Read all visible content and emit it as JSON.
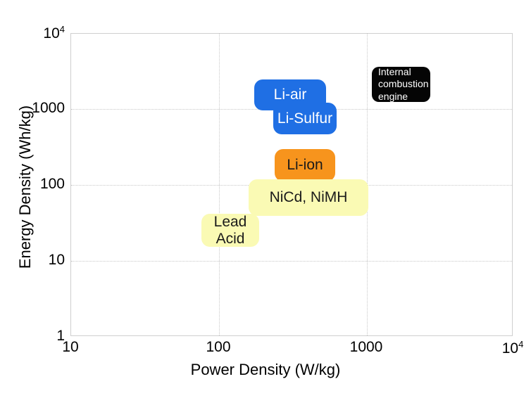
{
  "chart_data": {
    "type": "scatter",
    "title": "",
    "xlabel": "Power Density (W/kg)",
    "ylabel": "Energy Density (Wh/kg)",
    "xscale": "log",
    "yscale": "log",
    "xlim": [
      10,
      10000
    ],
    "ylim": [
      1,
      10000
    ],
    "grid": true,
    "legend": "none",
    "xticks": [
      {
        "value": 10,
        "label": "10",
        "exponent": ""
      },
      {
        "value": 100,
        "label": "100",
        "exponent": ""
      },
      {
        "value": 1000,
        "label": "1000",
        "exponent": ""
      },
      {
        "value": 10000,
        "label": "10",
        "exponent": "4"
      }
    ],
    "yticks": [
      {
        "value": 1,
        "label": "1",
        "exponent": ""
      },
      {
        "value": 10,
        "label": "10",
        "exponent": ""
      },
      {
        "value": 100,
        "label": "100",
        "exponent": ""
      },
      {
        "value": 1000,
        "label": "1000",
        "exponent": ""
      },
      {
        "value": 10000,
        "label": "10",
        "exponent": "4"
      }
    ],
    "regions": [
      {
        "name": "li-air",
        "label": "Li-air",
        "color": "#1f6fe4",
        "text_color": "#ffffff",
        "x_range": [
          200,
          500
        ],
        "y_range": [
          1000,
          3000
        ]
      },
      {
        "name": "li-sulfur",
        "label": "Li-Sulfur",
        "color": "#1f6fe4",
        "text_color": "#ffffff",
        "x_range": [
          260,
          560
        ],
        "y_range": [
          500,
          1350
        ]
      },
      {
        "name": "li-ion",
        "label": "Li-ion",
        "color": "#f7941d",
        "text_color": "#1a1a1a",
        "x_range": [
          270,
          540
        ],
        "y_range": [
          110,
          370
        ]
      },
      {
        "name": "nicd-nimh",
        "label": "NiCd, NiMH",
        "color": "#fafab4",
        "text_color": "#1a1a1a",
        "x_range": [
          175,
          1000
        ],
        "y_range": [
          45,
          125
        ]
      },
      {
        "name": "lead-acid",
        "label": "Lead\nAcid",
        "color": "#fafab4",
        "text_color": "#1a1a1a",
        "x_range": [
          95,
          200
        ],
        "y_range": [
          20,
          42
        ]
      },
      {
        "name": "internal-combustion-engine",
        "label": "Internal\ncombustion\nengine",
        "color": "#050505",
        "text_color": "#ffffff",
        "x_range": [
          1200,
          2500
        ],
        "y_range": [
          2000,
          4500
        ]
      }
    ]
  },
  "axes": {
    "x_title": "Power Density (W/kg)",
    "y_title": "Energy Density (Wh/kg)"
  },
  "ticks": {
    "x": {
      "t0": "10",
      "t1": "100",
      "t2": "1000",
      "t3": "10",
      "t3_exp": "4"
    },
    "y": {
      "t0": "1",
      "t1": "10",
      "t2": "100",
      "t3": "1000",
      "t4": "10",
      "t4_exp": "4"
    }
  },
  "regions": {
    "li_air": "Li-air",
    "li_sulfur": "Li-Sulfur",
    "li_ion": "Li-ion",
    "nicd_nimh": "NiCd, NiMH",
    "lead_acid": "Lead\nAcid",
    "ice": "Internal\ncombustion\nengine"
  },
  "colors": {
    "blue": "#1f6fe4",
    "orange": "#f7941d",
    "yellow": "#fafab4",
    "black": "#050505",
    "grid": "#c8c8c8",
    "frame": "#cfcfcf"
  }
}
